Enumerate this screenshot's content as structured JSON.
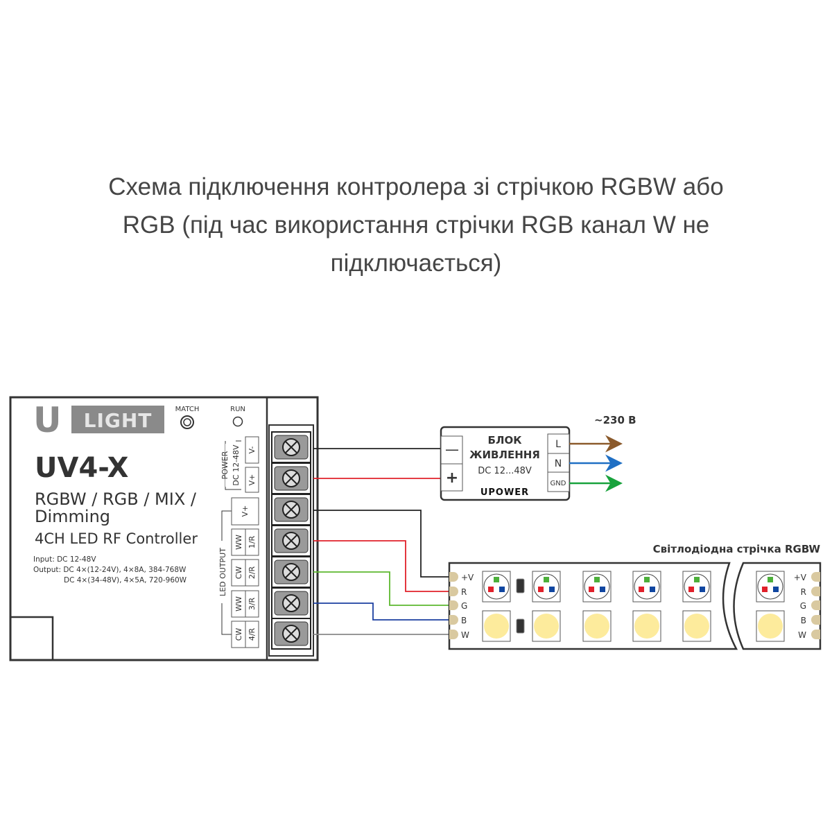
{
  "title": {
    "lines": [
      "Схема підключення контролера зі стрічкою RGBW або",
      "RGB (під час використання стрічки RGB канал W не",
      "підключається)"
    ]
  },
  "controller": {
    "logo_u": "U",
    "logo_light": "LIGHT",
    "match_label": "MATCH",
    "run_label": "RUN",
    "model": "UV4-X",
    "modes_line1": "RGBW / RGB / MIX /",
    "modes_line2": "Dimming",
    "subtitle": "4CH LED RF Controller",
    "input_spec": "Input: DC 12-48V",
    "output_spec1": "Output: DC 4×(12-24V), 4×8A, 384-768W",
    "output_spec2": "DC 4×(34-48V), 4×5A, 720-960W",
    "power_label": "POWER",
    "power_voltage": "DC 12-48V",
    "v_minus": "V-",
    "v_plus": "V+",
    "led_output_label": "LED OUTPUT",
    "led_v_plus": "V+",
    "channels": [
      {
        "mix": "WW",
        "rgb": "1/R"
      },
      {
        "mix": "CW",
        "rgb": "2/R"
      },
      {
        "mix": "WW",
        "rgb": "3/R"
      },
      {
        "mix": "CW",
        "rgb": "4/R"
      }
    ]
  },
  "psu": {
    "minus": "—",
    "plus": "+",
    "line1": "БЛОК",
    "line2": "ЖИВЛЕННЯ",
    "voltage": "DC 12...48V",
    "brand": "UPOWER",
    "terminals": [
      "L",
      "N",
      "GND"
    ],
    "mains_label": "~230 В"
  },
  "strip": {
    "title": "Світлодіодна стрічка RGBW",
    "pins": [
      "+V",
      "R",
      "G",
      "B",
      "W"
    ]
  },
  "colors": {
    "brown": "#8b5a2b",
    "blue": "#1f6fc4",
    "green": "#18a23c",
    "red": "#e0202a",
    "wire_green": "#5cb82e",
    "wire_blue": "#1b3fa0",
    "wire_gray": "#888888",
    "led_white": "#fdeb9c",
    "pad": "#d9c9a0"
  }
}
